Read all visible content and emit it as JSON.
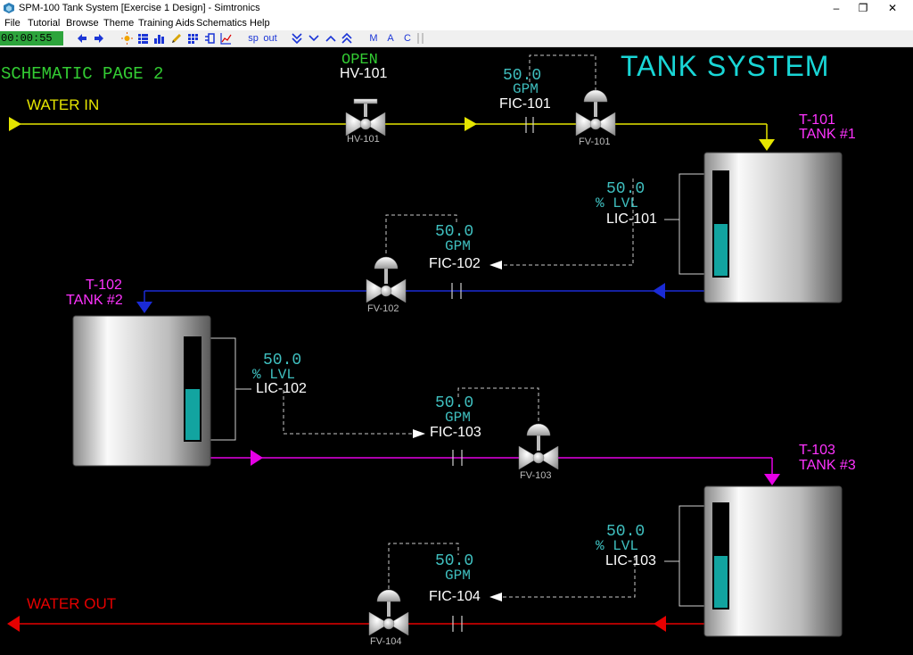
{
  "window": {
    "title": "SPM-100 Tank System [Exercise 1 Design] - Simtronics",
    "minimize": "–",
    "maximize": "❐",
    "close": "✕"
  },
  "menu": [
    "File",
    "Tutorial",
    "Browse",
    "Theme",
    "Training Aids",
    "Schematics",
    "Help"
  ],
  "toolbar": {
    "clock": "00:00:55",
    "sp": "sp",
    "out": "out",
    "m": "M",
    "a": "A",
    "c": "C"
  },
  "schematic": {
    "page_title": "SCHEMATIC PAGE 2",
    "system_title": "TANK SYSTEM",
    "water_in": "WATER IN",
    "water_out": "WATER OUT"
  },
  "tanks": [
    {
      "id": "T-101",
      "name": "TANK #1",
      "level_pct": 50.0
    },
    {
      "id": "T-102",
      "name": "TANK #2",
      "level_pct": 50.0
    },
    {
      "id": "T-103",
      "name": "TANK #3",
      "level_pct": 50.0
    }
  ],
  "hv101": {
    "state": "OPEN",
    "tag": "HV-101",
    "valve_label": "HV-101"
  },
  "fic101": {
    "value": "50.0",
    "unit": "GPM",
    "tag": "FIC-101",
    "valve": "FV-101"
  },
  "fic102": {
    "value": "50.0",
    "unit": "GPM",
    "tag": "FIC-102",
    "valve": "FV-102"
  },
  "fic103": {
    "value": "50.0",
    "unit": "GPM",
    "tag": "FIC-103",
    "valve": "FV-103"
  },
  "fic104": {
    "value": "50.0",
    "unit": "GPM",
    "tag": "FIC-104",
    "valve": "FV-104"
  },
  "lic101": {
    "value": "50.0",
    "unit": "% LVL",
    "tag": "LIC-101"
  },
  "lic102": {
    "value": "50.0",
    "unit": "% LVL",
    "tag": "LIC-102"
  },
  "lic103": {
    "value": "50.0",
    "unit": "% LVL",
    "tag": "LIC-103"
  },
  "colors": {
    "water_in": "#e6e600",
    "t101_out": "#1a2bd6",
    "t102_out": "#e600e6",
    "water_out": "#e60000",
    "tank_label": "#ff33ff",
    "teal_value": "#3fbfbf",
    "title_cyan": "#19d6d6",
    "page_green": "#33cc33",
    "level_fill": "#12a4a0"
  }
}
